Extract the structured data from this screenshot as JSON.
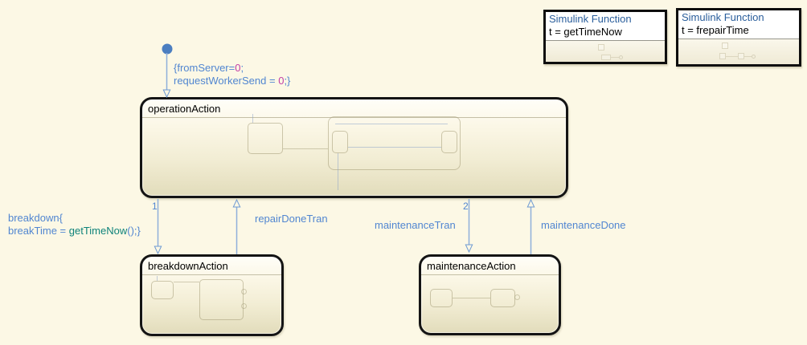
{
  "diagram": {
    "states": {
      "operation": {
        "title": "operationAction"
      },
      "breakdown": {
        "title": "breakdownAction"
      },
      "maintenance": {
        "title": "maintenanceAction"
      }
    },
    "simulink_functions": [
      {
        "header": "Simulink Function",
        "signature": "t = getTimeNow"
      },
      {
        "header": "Simulink Function",
        "signature": "t = frepairTime"
      }
    ],
    "transitions": {
      "default": {
        "line1": {
          "prefix": "{fromServer=",
          "value": "0",
          "suffix": ";"
        },
        "line2": {
          "prefix": "requestWorkerSend = ",
          "value": "0",
          "suffix": ";}"
        }
      },
      "breakdown": {
        "order": "1",
        "line1": "breakdown{",
        "line2": {
          "prefix": "breakTime = ",
          "func": "getTimeNow",
          "suffix": "();}"
        }
      },
      "repair_done": {
        "label": "repairDoneTran"
      },
      "maintenance": {
        "order": "2",
        "label": "maintenanceTran"
      },
      "maintenance_done": {
        "label": "maintenanceDone"
      }
    },
    "colors": {
      "background": "#FCF8E5",
      "state_border": "#141414",
      "state_fill_top": "#FFFEF8",
      "state_fill_bottom": "#E2DCBB",
      "transition_line": "#8FAFDB",
      "transition_label": "#5186D1",
      "default_dot": "#4B7EC0",
      "function_header": "#2A5E9C",
      "number_literal": "#C23FA6",
      "function_call": "#0F837A"
    }
  }
}
